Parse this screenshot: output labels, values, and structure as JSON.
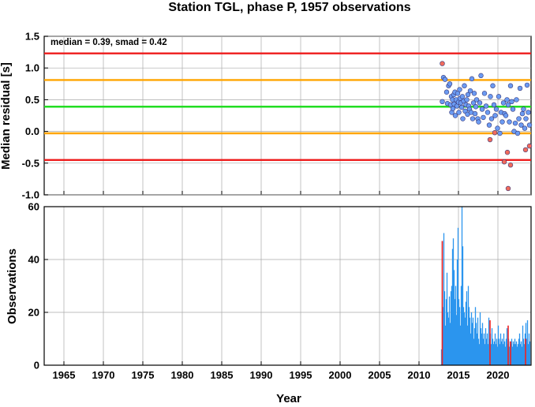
{
  "chart_data": [
    {
      "type": "scatter",
      "title": "Station TGL, phase P, 1957 observations",
      "annotation": "median = 0.39, smad = 0.42",
      "xlabel": "",
      "ylabel": "Median residual [s]",
      "xlim": [
        1962.5,
        2024.2
      ],
      "ylim": [
        -1.0,
        1.5
      ],
      "yticks": [
        "1.5",
        "1.0",
        "0.5",
        "0.0",
        "-0.5",
        "-1.0"
      ],
      "ytick_values": [
        1.5,
        1.0,
        0.5,
        0.0,
        -0.5,
        -1.0
      ],
      "grid": true,
      "reference_lines": [
        {
          "y": 1.23,
          "color": "#ee1c1c"
        },
        {
          "y": 0.81,
          "color": "#ffa500"
        },
        {
          "y": 0.39,
          "color": "#22dd22"
        },
        {
          "y": -0.03,
          "color": "#ffa500"
        },
        {
          "y": -0.45,
          "color": "#ee1c1c"
        }
      ],
      "series": [
        {
          "color": "#6b9bf2",
          "x": [
            2012.95,
            2013.1,
            2013.3,
            2013.5,
            2013.6,
            2013.75,
            2013.9,
            2014.0,
            2014.1,
            2014.15,
            2014.25,
            2014.3,
            2014.4,
            2014.45,
            2014.55,
            2014.6,
            2014.7,
            2014.8,
            2014.9,
            2015.0,
            2015.05,
            2015.15,
            2015.2,
            2015.3,
            2015.4,
            2015.5,
            2015.55,
            2015.65,
            2015.75,
            2015.85,
            2015.95,
            2016.05,
            2016.15,
            2016.2,
            2016.3,
            2016.4,
            2016.5,
            2016.6,
            2016.7,
            2016.8,
            2016.9,
            2017.0,
            2017.1,
            2017.2,
            2017.3,
            2017.45,
            2017.55,
            2017.7,
            2017.85,
            2018.0,
            2018.15,
            2018.3,
            2018.5,
            2018.7,
            2018.9,
            2019.05,
            2019.2,
            2019.35,
            2019.5,
            2019.65,
            2019.8,
            2019.95,
            2020.1,
            2020.25,
            2020.4,
            2020.55,
            2020.7,
            2020.85,
            2021.0,
            2021.15,
            2021.3,
            2021.45,
            2021.6,
            2021.75,
            2021.9,
            2022.05,
            2022.2,
            2022.35,
            2022.5,
            2022.65,
            2022.8,
            2022.95,
            2023.1,
            2023.25,
            2023.4,
            2023.55,
            2023.7,
            2023.85,
            2024.0
          ],
          "y": [
            0.47,
            0.85,
            0.82,
            0.62,
            0.44,
            0.72,
            0.75,
            0.42,
            0.55,
            0.3,
            0.5,
            0.36,
            0.58,
            0.43,
            0.62,
            0.25,
            0.5,
            0.4,
            0.6,
            0.46,
            0.3,
            0.66,
            0.52,
            0.45,
            0.38,
            0.55,
            0.2,
            0.48,
            0.72,
            0.32,
            0.42,
            0.5,
            0.27,
            0.58,
            0.4,
            0.35,
            0.64,
            0.3,
            0.83,
            0.2,
            0.45,
            0.6,
            0.28,
            0.39,
            0.5,
            0.2,
            0.15,
            0.45,
            0.88,
            0.35,
            0.22,
            0.6,
            0.4,
            0.3,
            0.1,
            0.55,
            0.2,
            0.72,
            0.42,
            0.25,
            0.35,
            0.05,
            0.55,
            -0.03,
            0.3,
            0.15,
            0.45,
            0.28,
            0.25,
            0.5,
            0.42,
            0.15,
            0.72,
            0.47,
            0.35,
            0.0,
            0.13,
            0.5,
            -0.03,
            0.2,
            0.68,
            0.1,
            0.28,
            0.35,
            0.05,
            0.2,
            0.73,
            0.3,
            0.1
          ]
        },
        {
          "color": "#f26b5b",
          "x": [
            2012.95,
            2019.0,
            2019.6,
            2020.8,
            2021.2,
            2021.6,
            2023.5,
            2024.0
          ],
          "y": [
            1.07,
            -0.13,
            -0.02,
            -0.48,
            -0.33,
            -0.53,
            -0.29,
            -0.23
          ]
        },
        {
          "color": "#f26b5b",
          "x": [
            2021.3
          ],
          "y": [
            -0.9
          ]
        }
      ]
    },
    {
      "type": "bar",
      "xlabel": "Year",
      "ylabel": "Observations",
      "xlim": [
        1962.5,
        2024.2
      ],
      "ylim": [
        0,
        60
      ],
      "yticks": [
        "60",
        "40",
        "20",
        "0"
      ],
      "ytick_values": [
        60,
        40,
        20,
        0
      ],
      "xticks": [
        "1965",
        "1970",
        "1975",
        "1980",
        "1985",
        "1990",
        "1995",
        "2000",
        "2005",
        "2010",
        "2015",
        "2020"
      ],
      "xtick_values": [
        1965,
        1970,
        1975,
        1980,
        1985,
        1990,
        1995,
        2000,
        2005,
        2010,
        2015,
        2020
      ],
      "grid": true,
      "bar_color": "#2b95ee",
      "highlight_color": "#ee2222",
      "x": [
        2012.85,
        2012.95,
        2013.05,
        2013.15,
        2013.25,
        2013.35,
        2013.45,
        2013.55,
        2013.65,
        2013.75,
        2013.85,
        2013.95,
        2014.05,
        2014.15,
        2014.25,
        2014.35,
        2014.45,
        2014.55,
        2014.65,
        2014.75,
        2014.85,
        2014.95,
        2015.05,
        2015.15,
        2015.25,
        2015.35,
        2015.45,
        2015.55,
        2015.65,
        2015.75,
        2015.85,
        2015.95,
        2016.05,
        2016.15,
        2016.25,
        2016.35,
        2016.45,
        2016.55,
        2016.65,
        2016.75,
        2016.85,
        2016.95,
        2017.05,
        2017.15,
        2017.25,
        2017.35,
        2017.45,
        2017.55,
        2017.65,
        2017.75,
        2017.85,
        2017.95,
        2018.05,
        2018.15,
        2018.25,
        2018.35,
        2018.45,
        2018.55,
        2018.65,
        2018.75,
        2018.85,
        2018.95,
        2019.05,
        2019.15,
        2019.25,
        2019.35,
        2019.45,
        2019.55,
        2019.65,
        2019.75,
        2019.85,
        2019.95,
        2020.05,
        2020.15,
        2020.25,
        2020.35,
        2020.45,
        2020.55,
        2020.65,
        2020.75,
        2020.85,
        2020.95,
        2021.05,
        2021.15,
        2021.25,
        2021.35,
        2021.45,
        2021.55,
        2021.65,
        2021.75,
        2021.85,
        2021.95,
        2022.05,
        2022.15,
        2022.25,
        2022.35,
        2022.45,
        2022.55,
        2022.65,
        2022.75,
        2022.85,
        2022.95,
        2023.05,
        2023.15,
        2023.25,
        2023.35,
        2023.45,
        2023.55,
        2023.65,
        2023.75,
        2023.85,
        2023.95,
        2024.05
      ],
      "values": [
        6,
        47,
        22,
        50,
        28,
        15,
        25,
        35,
        20,
        18,
        26,
        16,
        28,
        30,
        44,
        48,
        36,
        25,
        30,
        19,
        40,
        52,
        25,
        22,
        15,
        30,
        60,
        45,
        22,
        20,
        18,
        24,
        28,
        15,
        30,
        22,
        18,
        12,
        20,
        16,
        18,
        10,
        14,
        22,
        16,
        12,
        18,
        10,
        8,
        20,
        14,
        12,
        16,
        10,
        12,
        8,
        14,
        10,
        12,
        8,
        18,
        10,
        12,
        8,
        14,
        10,
        8,
        9,
        12,
        8,
        10,
        7,
        15,
        10,
        8,
        12,
        9,
        10,
        8,
        12,
        9,
        7,
        10,
        14,
        8,
        10,
        7,
        9,
        8,
        10,
        7,
        9,
        8,
        10,
        8,
        9,
        7,
        8,
        10,
        12,
        8,
        9,
        7,
        15,
        10,
        8,
        12,
        16,
        10,
        17,
        8,
        12,
        9
      ],
      "highlight_x": [
        2012.95,
        2019.0,
        2021.3,
        2021.6,
        2023.5
      ],
      "highlight_values": [
        47,
        17,
        15,
        9,
        10
      ]
    }
  ]
}
